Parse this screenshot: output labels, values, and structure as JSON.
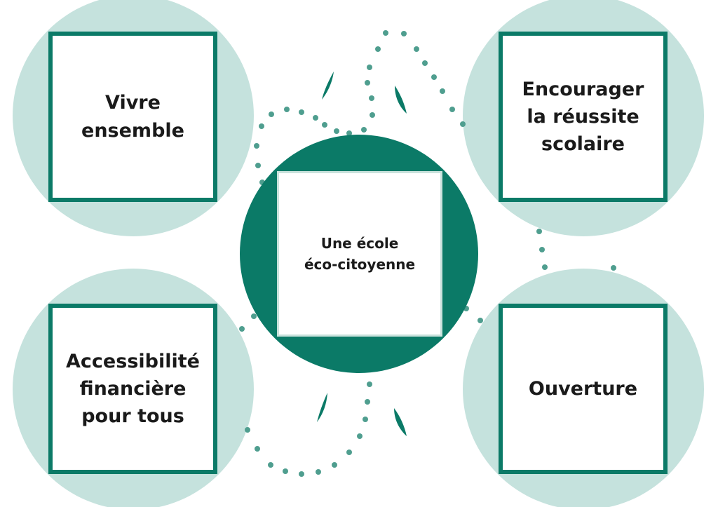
{
  "colors": {
    "circle_light": "#c5e2dd",
    "accent": "#0b7a67",
    "dots": "#4f9e8f",
    "text": "#1a1a1a"
  },
  "center": {
    "label": "Une école\néco-citoyenne"
  },
  "pillars": [
    {
      "id": "vivre-ensemble",
      "label": "Vivre\nensemble"
    },
    {
      "id": "reussite-scolaire",
      "label": "Encourager\nla réussite\nscolaire"
    },
    {
      "id": "accessibilite",
      "label": "Accessibilité\nfinancière\npour tous"
    },
    {
      "id": "ouverture",
      "label": "Ouverture"
    }
  ]
}
